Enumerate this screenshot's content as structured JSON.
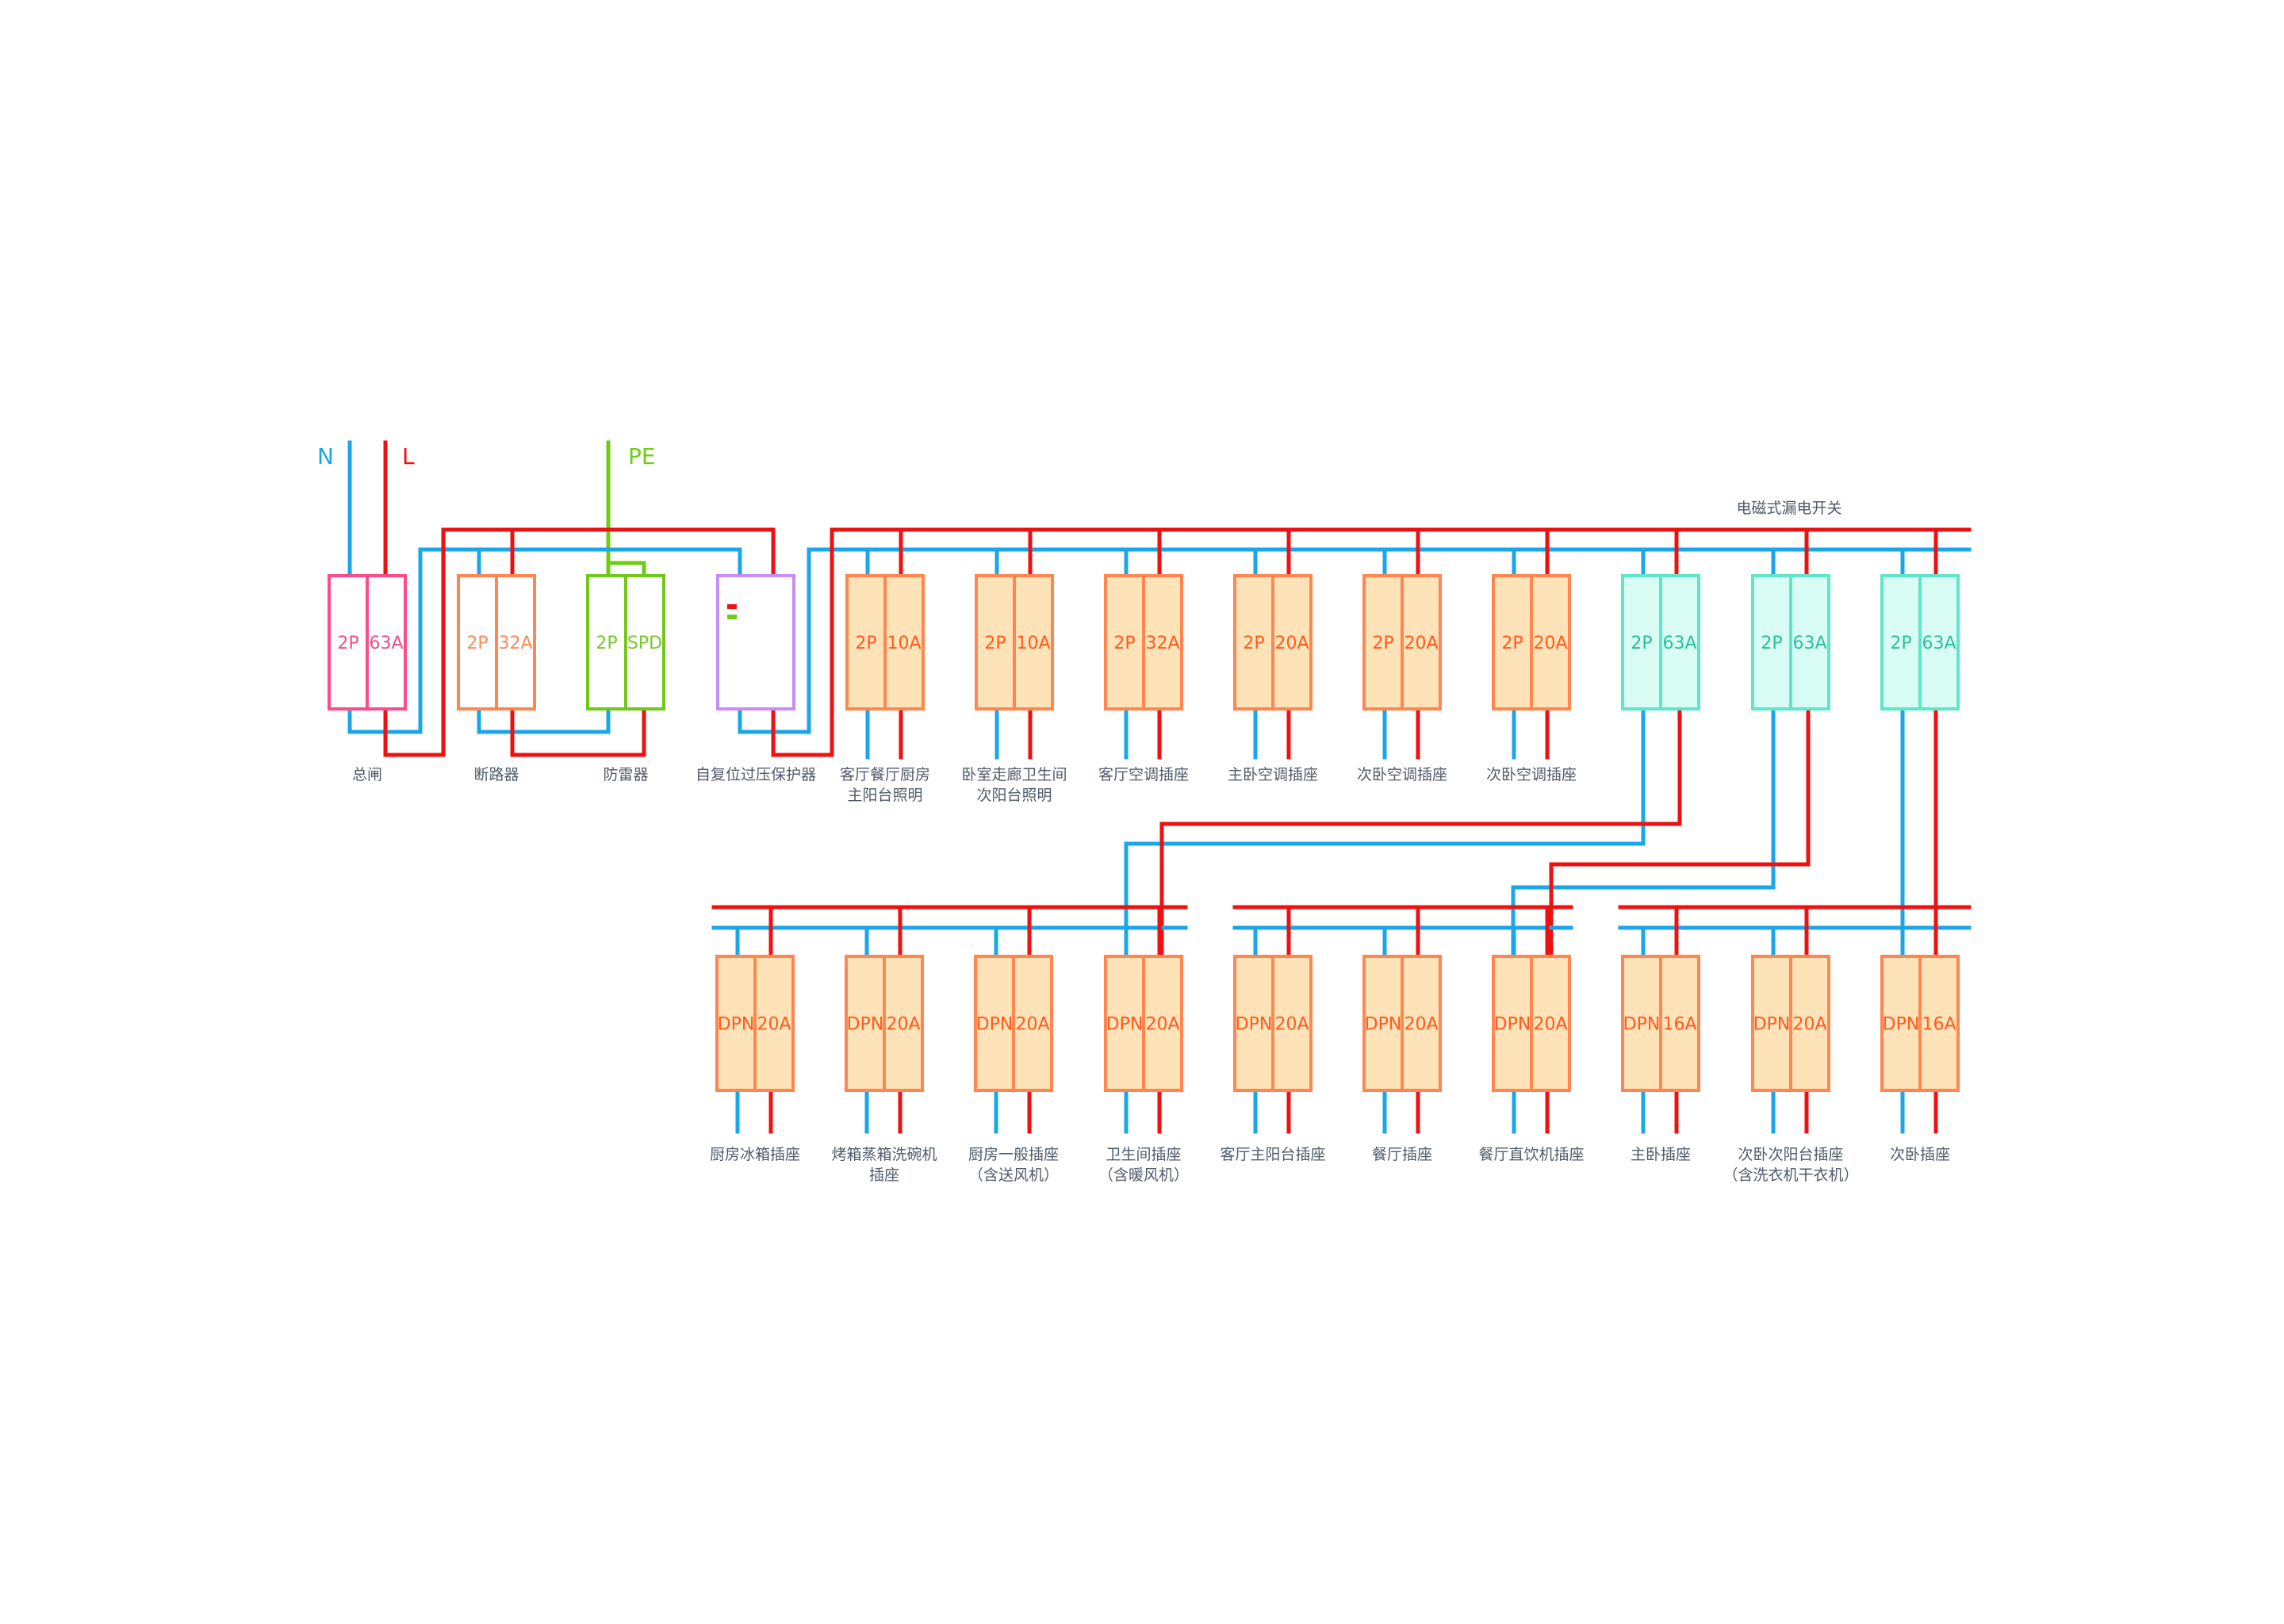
{
  "colors": {
    "neutral": "#1aa7ea",
    "live": "#ee1111",
    "earth": "#6fcc14",
    "label": "#4f5b6a",
    "main_switch": {
      "stroke": "#ff4b8a",
      "fill": "#ffffff",
      "text": "#e8508c"
    },
    "breaker": {
      "stroke": "#ff8650",
      "fill": "#ffffff",
      "text": "#ff8a5a"
    },
    "spd": {
      "stroke": "#72c81a",
      "fill": "#ffffff",
      "text": "#7ac62e"
    },
    "protector": {
      "stroke": "#c98cf5",
      "fill": "#ffffff"
    },
    "branch": {
      "stroke": "#ff8650",
      "fill": "#ffe3b8",
      "text": "#ff5a1f"
    },
    "rcd": {
      "stroke": "#5ee6c6",
      "fill": "#d9fdf4",
      "text": "#2bbf9c"
    },
    "indicator_red": "#ee1111",
    "indicator_green": "#6fcc14"
  },
  "phase_labels": {
    "n": "N",
    "l": "L",
    "pe": "PE"
  },
  "rcd_group_label": "电磁式漏电开关",
  "top_row": [
    {
      "kind": "main_switch",
      "left": "2P",
      "right": "63A",
      "label": [
        "总闸"
      ]
    },
    {
      "kind": "breaker",
      "left": "2P",
      "right": "32A",
      "label": [
        "断路器"
      ]
    },
    {
      "kind": "spd",
      "left": "2P",
      "right": "SPD",
      "label": [
        "防雷器"
      ]
    },
    {
      "kind": "protector",
      "left": "",
      "right": "",
      "label": [
        "自复位过压保护器"
      ]
    },
    {
      "kind": "branch",
      "left": "2P",
      "right": "10A",
      "label": [
        "客厅餐厅厨房",
        "主阳台照明"
      ]
    },
    {
      "kind": "branch",
      "left": "2P",
      "right": "10A",
      "label": [
        "卧室走廊卫生间",
        "次阳台照明"
      ]
    },
    {
      "kind": "branch",
      "left": "2P",
      "right": "32A",
      "label": [
        "客厅空调插座"
      ]
    },
    {
      "kind": "branch",
      "left": "2P",
      "right": "20A",
      "label": [
        "主卧空调插座"
      ]
    },
    {
      "kind": "branch",
      "left": "2P",
      "right": "20A",
      "label": [
        "次卧空调插座"
      ]
    },
    {
      "kind": "branch",
      "left": "2P",
      "right": "20A",
      "label": [
        "次卧空调插座"
      ]
    },
    {
      "kind": "rcd",
      "left": "2P",
      "right": "63A",
      "label": []
    },
    {
      "kind": "rcd",
      "left": "2P",
      "right": "63A",
      "label": []
    },
    {
      "kind": "rcd",
      "left": "2P",
      "right": "63A",
      "label": []
    }
  ],
  "bottom_row": [
    {
      "left": "DPN",
      "right": "20A",
      "label": [
        "厨房冰箱插座"
      ]
    },
    {
      "left": "DPN",
      "right": "20A",
      "label": [
        "烤箱蒸箱洗碗机",
        "插座"
      ]
    },
    {
      "left": "DPN",
      "right": "20A",
      "label": [
        "厨房一般插座",
        "（含送风机）"
      ]
    },
    {
      "left": "DPN",
      "right": "20A",
      "label": [
        "卫生间插座",
        "（含暖风机）"
      ]
    },
    {
      "left": "DPN",
      "right": "20A",
      "label": [
        "客厅主阳台插座"
      ]
    },
    {
      "left": "DPN",
      "right": "20A",
      "label": [
        "餐厅插座"
      ]
    },
    {
      "left": "DPN",
      "right": "20A",
      "label": [
        "餐厅直饮机插座"
      ]
    },
    {
      "left": "DPN",
      "right": "16A",
      "label": [
        "主卧插座"
      ]
    },
    {
      "left": "DPN",
      "right": "20A",
      "label": [
        "次卧次阳台插座",
        "（含洗衣机干衣机）"
      ]
    },
    {
      "left": "DPN",
      "right": "16A",
      "label": [
        "次卧插座"
      ]
    }
  ]
}
